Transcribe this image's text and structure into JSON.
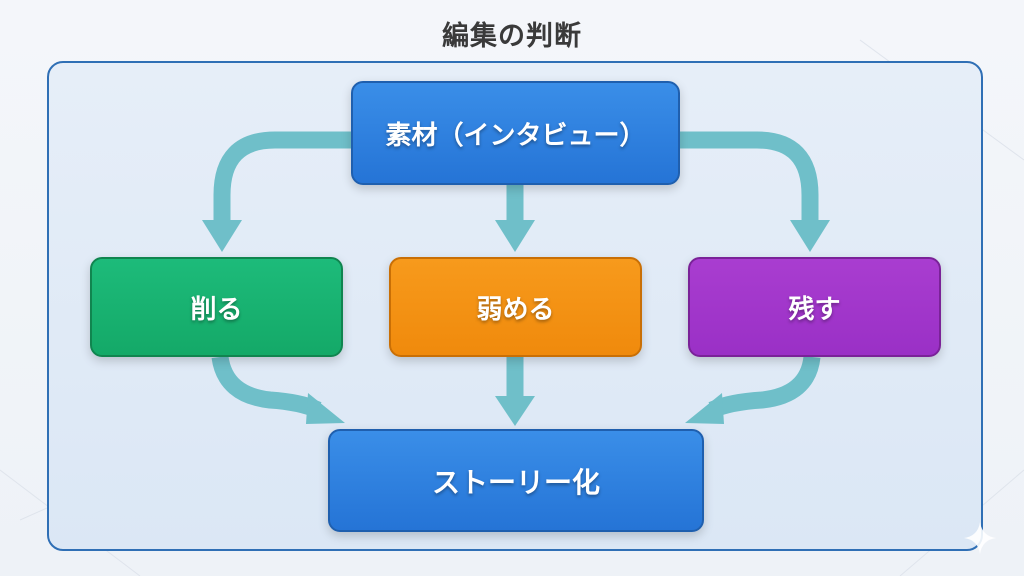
{
  "title": "編集の判断",
  "nodes": {
    "source": "素材（インタビュー）",
    "cut": "削る",
    "weaken": "弱める",
    "keep": "残す",
    "story": "ストーリー化"
  },
  "edges": [
    {
      "from": "source",
      "to": "cut"
    },
    {
      "from": "source",
      "to": "weaken"
    },
    {
      "from": "source",
      "to": "keep"
    },
    {
      "from": "cut",
      "to": "story"
    },
    {
      "from": "weaken",
      "to": "story"
    },
    {
      "from": "keep",
      "to": "story"
    }
  ],
  "colors": {
    "arrow": "#6fbfc9",
    "panel_border": "#2f6fb5",
    "source": "#2f82e0",
    "cut": "#19b272",
    "weaken": "#f39214",
    "keep": "#a236cb",
    "story": "#2f82e0"
  },
  "icons": {
    "corner": "sparkle-icon"
  }
}
